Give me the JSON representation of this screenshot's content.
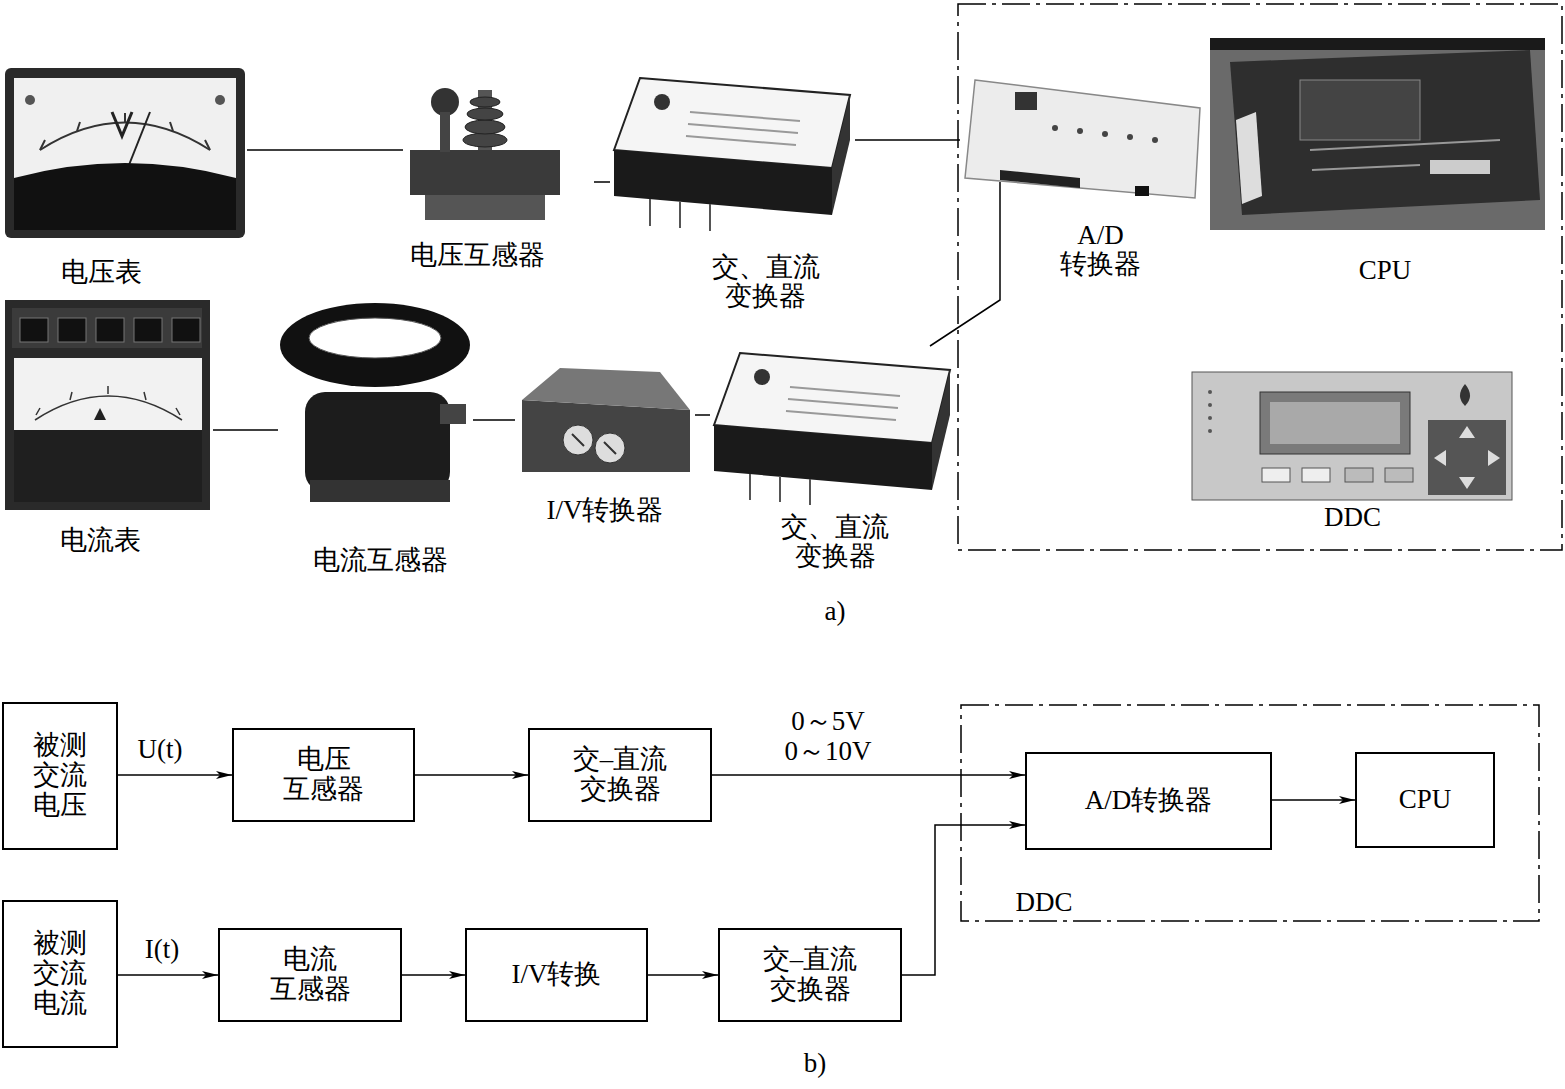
{
  "diagram": {
    "nodes": [
      {
        "text": [
          "电压表"
        ]
      },
      {
        "text": [
          "电压互感器"
        ]
      },
      {
        "text": [
          "交、直流 变换器"
        ]
      },
      {
        "text": [
          "A/D 转换器"
        ]
      },
      {
        "text": [
          "CPU"
        ]
      },
      {
        "text": [
          "DDC"
        ]
      },
      {
        "text": [
          "电流表"
        ]
      },
      {
        "text": [
          "电流互感器"
        ]
      },
      {
        "text": [
          "I/V转换器"
        ]
      },
      {
        "text": [
          "交、直流 变换器"
        ]
      },
      {
        "text": [
          "被测 交流 电压"
        ]
      },
      {
        "text": [
          "电压 互感器"
        ]
      },
      {
        "text": [
          "交–直流 交换器"
        ]
      },
      {
        "text": [
          "DDC"
        ]
      },
      {
        "text": [
          "A/D转换器"
        ],
        "in": 13
      },
      {
        "text": [
          "CPU"
        ],
        "in": 13
      },
      {
        "text": [
          "被测 交流 电流"
        ]
      },
      {
        "text": [
          "电流 互感器"
        ]
      },
      {
        "text": [
          "I/V转换"
        ]
      },
      {
        "text": [
          "交–直流 交换器"
        ]
      }
    ],
    "edges": [
      {
        "from": 0,
        "to": 1,
        "arrow": "none"
      },
      {
        "from": 1,
        "to": 2,
        "arrow": "none"
      },
      {
        "from": 2,
        "to": 3,
        "arrow": "none"
      },
      {
        "from": 6,
        "to": 7,
        "arrow": "none"
      },
      {
        "from": 7,
        "to": 8,
        "arrow": "none"
      },
      {
        "from": 8,
        "to": 9,
        "arrow": "none"
      },
      {
        "from": 9,
        "to": 3,
        "arrow": "none"
      },
      {
        "from": 10,
        "to": 11,
        "label": "U(t)",
        "arrow": "to"
      },
      {
        "from": 11,
        "to": 12,
        "arrow": "to"
      },
      {
        "from": 12,
        "to": 14,
        "label": "0～5V 0～10V",
        "arrow": "to"
      },
      {
        "from": 14,
        "to": 15,
        "arrow": "to"
      },
      {
        "from": 16,
        "to": 17,
        "label": "I(t)",
        "arrow": "to"
      },
      {
        "from": 17,
        "to": 18,
        "arrow": "to"
      },
      {
        "from": 18,
        "to": 19,
        "arrow": "to"
      },
      {
        "from": 19,
        "to": 14,
        "arrow": "to"
      }
    ],
    "labels": [
      "a)",
      "b)"
    ]
  }
}
